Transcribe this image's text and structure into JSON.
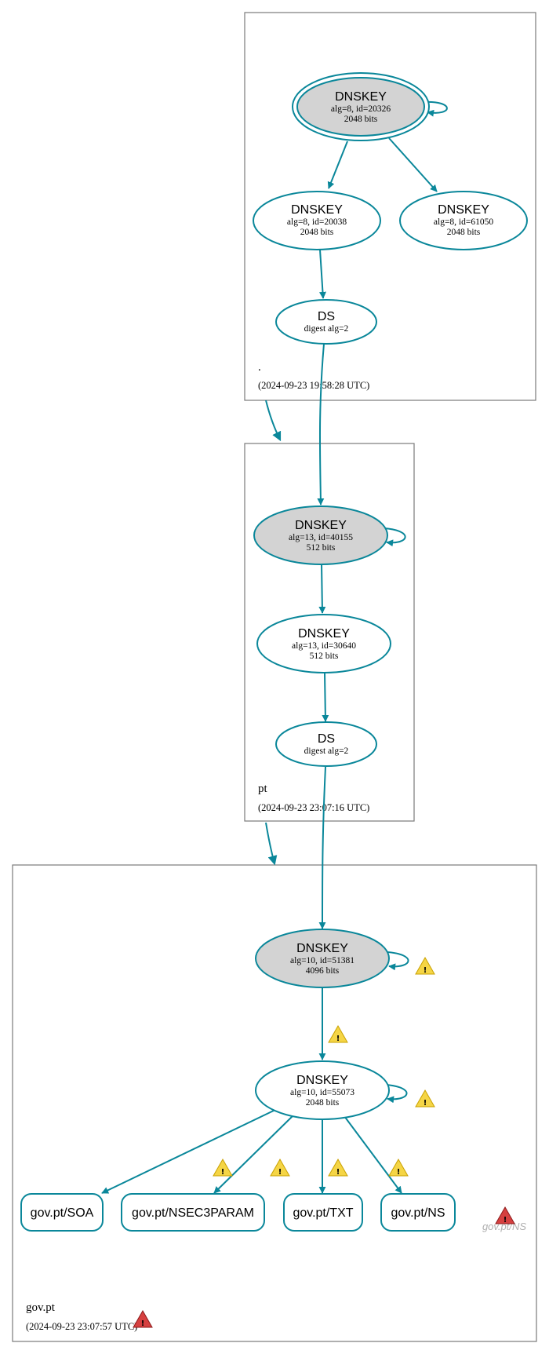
{
  "zones": [
    {
      "id": "root",
      "name": ".",
      "timestamp": "(2024-09-23 19:58:28 UTC)"
    },
    {
      "id": "pt",
      "name": "pt",
      "timestamp": "(2024-09-23 23:07:16 UTC)"
    },
    {
      "id": "govpt",
      "name": "gov.pt",
      "timestamp": "(2024-09-23 23:07:57 UTC)"
    }
  ],
  "nodes": {
    "root_ksk": {
      "title": "DNSKEY",
      "line1": "alg=8, id=20326",
      "line2": "2048 bits"
    },
    "root_zsk1": {
      "title": "DNSKEY",
      "line1": "alg=8, id=20038",
      "line2": "2048 bits"
    },
    "root_zsk2": {
      "title": "DNSKEY",
      "line1": "alg=8, id=61050",
      "line2": "2048 bits"
    },
    "root_ds": {
      "title": "DS",
      "line1": "digest alg=2"
    },
    "pt_ksk": {
      "title": "DNSKEY",
      "line1": "alg=13, id=40155",
      "line2": "512 bits"
    },
    "pt_zsk": {
      "title": "DNSKEY",
      "line1": "alg=13, id=30640",
      "line2": "512 bits"
    },
    "pt_ds": {
      "title": "DS",
      "line1": "digest alg=2"
    },
    "gov_ksk": {
      "title": "DNSKEY",
      "line1": "alg=10, id=51381",
      "line2": "4096 bits"
    },
    "gov_zsk": {
      "title": "DNSKEY",
      "line1": "alg=10, id=55073",
      "line2": "2048 bits"
    }
  },
  "rrsets": {
    "soa": "gov.pt/SOA",
    "nsec3param": "gov.pt/NSEC3PARAM",
    "txt": "gov.pt/TXT",
    "ns": "gov.pt/NS",
    "ns_missing": "gov.pt/NS"
  },
  "colors": {
    "edge": "#0a879a",
    "ksk_fill": "#d3d3d3",
    "warning": "#f5d545",
    "error": "#d64040"
  },
  "icons": {
    "warning": "warning-triangle-icon",
    "error": "error-triangle-icon"
  }
}
